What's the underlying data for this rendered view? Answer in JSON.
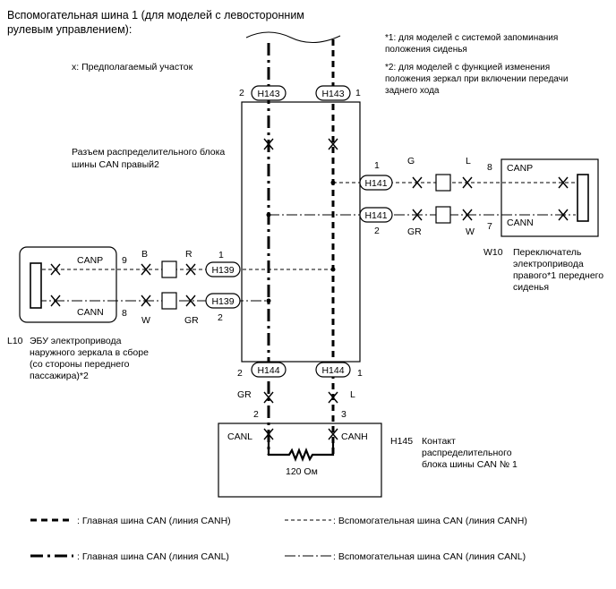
{
  "title_line1": "Вспомогательная шина 1 (для моделей с левосторонним",
  "title_line2": "рулевым управлением):",
  "note1_line1": "*1: для моделей с системой запоминания",
  "note1_line2": "положения сиденья",
  "note2_line1": "*2: для моделей с функцией изменения",
  "note2_line2": "положения зеркал при включении передачи",
  "note2_line3": "заднего хода",
  "x_legend": "x: Предполагаемый участок",
  "junction_label_line1": "Разъем распределительного блока",
  "junction_label_line2": "шины CAN правый2",
  "connectors": {
    "h143": "H143",
    "h141": "H141",
    "h139": "H139",
    "h144": "H144"
  },
  "pins": {
    "h143_left": "2",
    "h143_right": "1",
    "h141_top": "1",
    "h141_bottom": "2",
    "h139_top": "1",
    "h139_bottom": "2",
    "h144_left": "2",
    "h144_right": "1",
    "w10_canp": "8",
    "w10_cann": "7",
    "l10_canp": "9",
    "l10_cann": "8",
    "h145_canl": "2",
    "h145_canh": "3"
  },
  "wire_colors": {
    "w10_top_left": "G",
    "w10_top_right": "L",
    "w10_bot_left": "GR",
    "w10_bot_right": "W",
    "l10_top_left": "B",
    "l10_top_right": "R",
    "l10_bot_left": "W",
    "l10_bot_right": "GR",
    "h145_left": "GR",
    "h145_right": "L"
  },
  "w10": {
    "canp": "CANP",
    "cann": "CANN",
    "code": "W10",
    "name_line1": "Переключатель",
    "name_line2": "электропривода",
    "name_line3": "правого*1 переднего",
    "name_line4": "сиденья"
  },
  "l10": {
    "canp": "CANP",
    "cann": "CANN",
    "code": "L10",
    "name_line1": "ЭБУ электропривода",
    "name_line2": "наружного зеркала в сборе",
    "name_line3": "(со стороны переднего",
    "name_line4": "пассажира)*2"
  },
  "h145": {
    "canl": "CANL",
    "canh": "CANH",
    "code": "H145",
    "resistor": "120 Ом",
    "name_line1": "Контакт",
    "name_line2": "распределительного",
    "name_line3": "блока шины CAN № 1"
  },
  "legend": {
    "main_canh": ": Главная шина CAN (линия CANH)",
    "main_canl": ": Главная шина CAN (линия CANL)",
    "sub_canh": ": Вспомогательная шина CAN (линия CANH)",
    "sub_canl": ": Вспомогательная шина CAN (линия CANL)"
  }
}
